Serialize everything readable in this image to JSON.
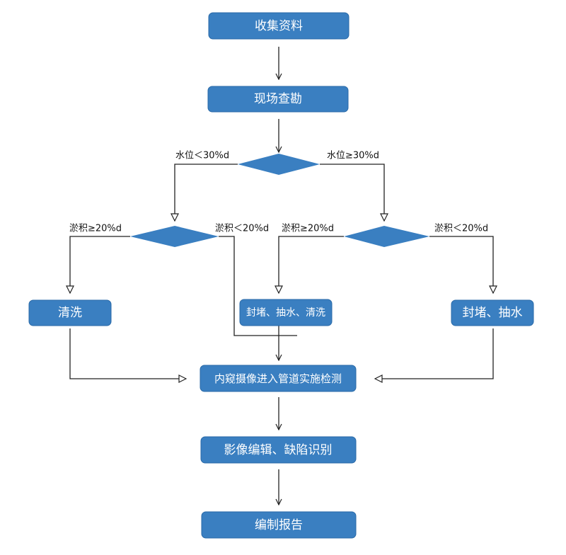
{
  "nodes": {
    "collect": "收集资料",
    "survey": "现场查勘",
    "clean": "清洗",
    "seal_pump_clean": "封堵、抽水、清洗",
    "seal_pump": "封堵、抽水",
    "inspect": "内窥摄像进入管道实施检测",
    "edit": "影像编辑、缺陷识别",
    "report": "编制报告"
  },
  "conditions": {
    "water_low": "水位＜30%d",
    "water_high": "水位≥30%d",
    "sed_high_left": "淤积≥20%d",
    "sed_low_left": "淤积＜20%d",
    "sed_high_right": "淤积≥20%d",
    "sed_low_right": "淤积＜20%d"
  },
  "colors": {
    "box_fill": "#3a7fc1",
    "line": "#222222",
    "text_on_box": "#ffffff"
  }
}
